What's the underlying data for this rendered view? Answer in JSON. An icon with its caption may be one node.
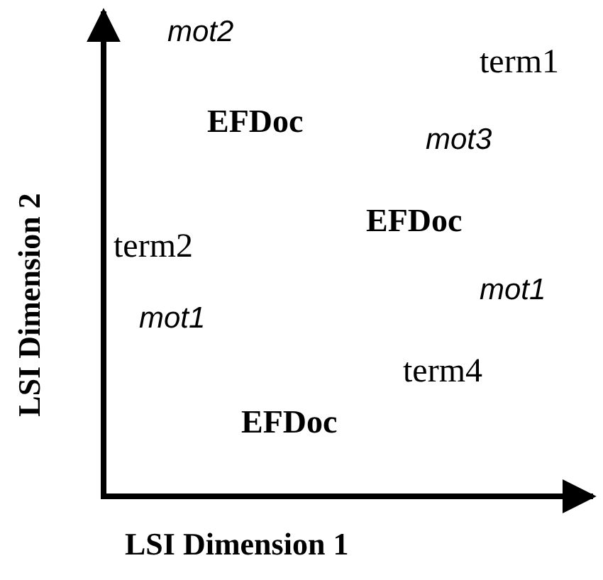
{
  "diagram": {
    "labels": [
      "mot2",
      "term1",
      "EFDoc",
      "mot3",
      "EFDoc",
      "term2",
      "mot1",
      "mot1",
      "term4",
      "EFDoc",
      "LSI Dimension 1",
      "LSI Dimension 2"
    ]
  }
}
